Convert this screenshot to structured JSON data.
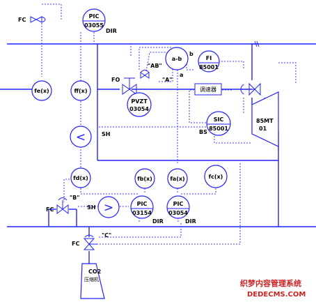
{
  "labels": {
    "fc_top": "FC",
    "fc_mid": "FC",
    "fc_bot": "FC",
    "fo": "FO",
    "q_ab": "\"AB\"",
    "q_a": "\"A\"",
    "q_b": "\"B\"",
    "q_c": "\"C\"",
    "a": "a",
    "b": "b",
    "sh1": "SH",
    "sh2": "SH",
    "bs": "BS",
    "dir_top": "DIR",
    "dir_1": "DIR",
    "dir_2": "DIR",
    "regulator": "调速器",
    "turbine_1": "85MT",
    "turbine_2": "01",
    "co2_1": "CO2",
    "co2_2": "压缩机"
  },
  "instruments": {
    "pic_top": {
      "tag": "PIC",
      "num": "03055"
    },
    "fi": {
      "tag": "FI",
      "num": "85001"
    },
    "pvzt": {
      "tag": "PVZT",
      "num": "03054"
    },
    "sic": {
      "tag": "SIC",
      "num": "85001"
    },
    "pic_3154": {
      "tag": "PIC",
      "num": "03154"
    },
    "pic_3054": {
      "tag": "PIC",
      "num": "03054"
    }
  },
  "functions": {
    "ab": "a-b",
    "fe": "fe(x)",
    "ff": "ff(x)",
    "fd": "fd(x)",
    "fb": "fb(x)",
    "fa": "fa(x)",
    "fc": "fc(x)",
    "low_select": "<",
    "high_select": ">"
  },
  "watermark": {
    "line1": "织梦内容管理系统",
    "line2": "DEDECMS.COM"
  }
}
